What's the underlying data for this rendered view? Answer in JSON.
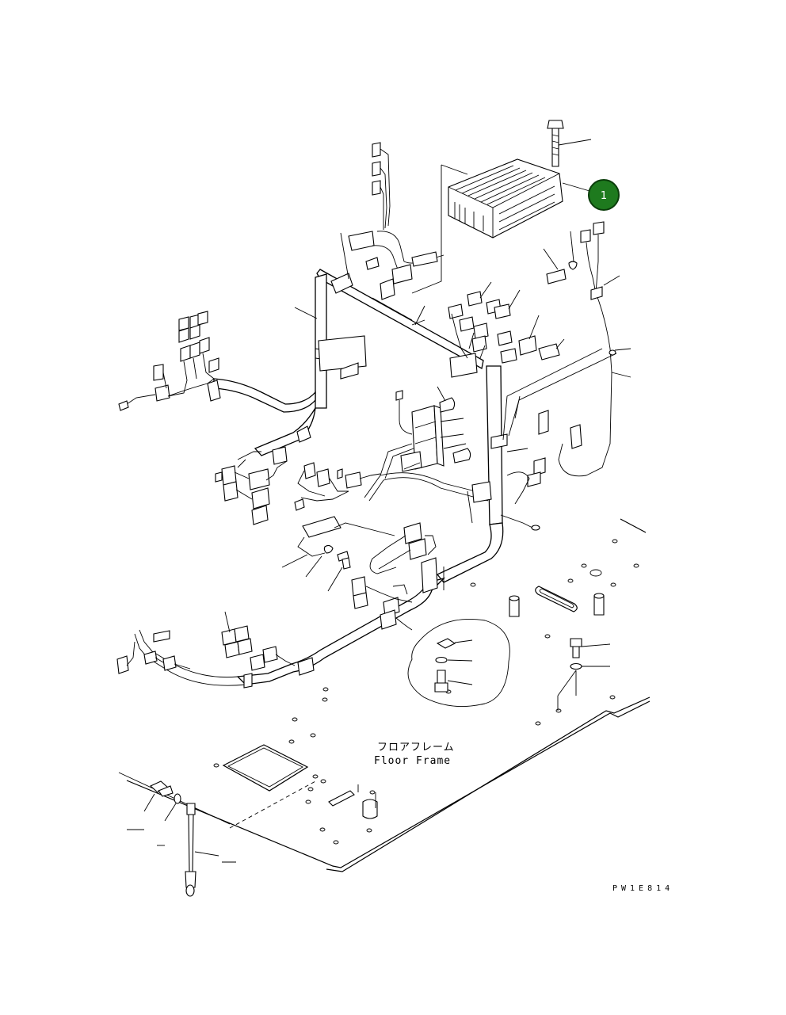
{
  "labels": {
    "floor_frame_jp": "フロアフレーム",
    "floor_frame_en": "Floor Frame",
    "drawing_code": "PW1E814"
  },
  "callout": {
    "number": "1",
    "fill_color": "#1e7a1e",
    "stroke_color": "#0b3d0b"
  }
}
